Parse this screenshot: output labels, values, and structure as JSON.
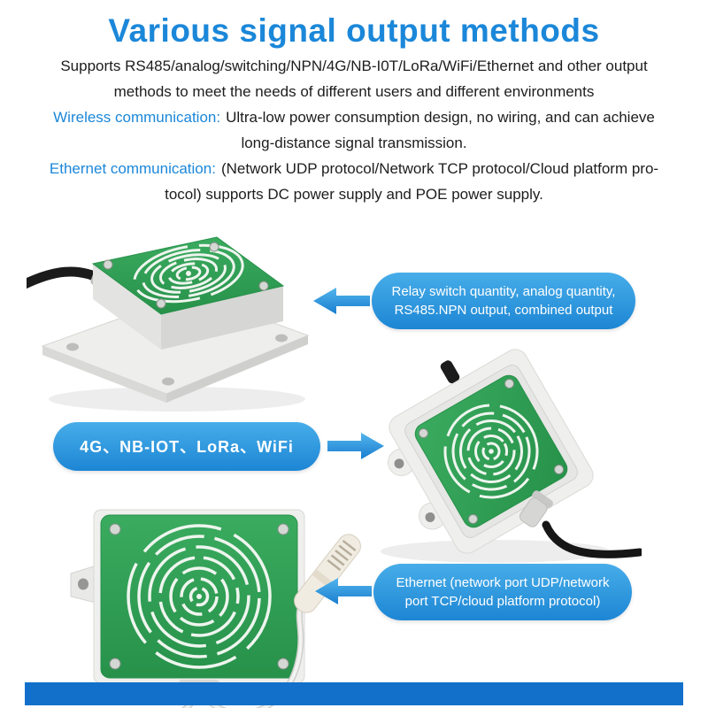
{
  "header": {
    "title": "Various signal output methods"
  },
  "intro": {
    "line1": "Supports RS485/analog/switching/NPN/4G/NB-I0T/LoRa/WiFi/Ethernet and other output",
    "line2": "methods to meet the needs of different users and different environments"
  },
  "wireless": {
    "label": "Wireless communication:",
    "line1": "Ultra-low power consumption design, no wiring, and can achieve",
    "line2": "long-distance signal transmission."
  },
  "ethernet": {
    "label": "Ethernet communication:",
    "line1": "(Network UDP protocol/Network TCP protocol/Cloud platform pro-",
    "line2": "tocol) supports DC power supply and POE power supply."
  },
  "callouts": [
    {
      "line1": "Relay switch quantity, analog quantity,",
      "line2": "RS485.NPN output, combined output"
    },
    {
      "line1": "4G、NB-IOT、LoRa、WiFi"
    },
    {
      "line1": "Ethernet (network port UDP/network",
      "line2": "port TCP/cloud platform protocol)"
    }
  ],
  "colors": {
    "accent_blue": "#1b87d9",
    "bubble_top": "#47ade9",
    "bubble_bottom": "#1d86d4",
    "footer_blue": "#1270ca",
    "sensor_green": "#2f9e53",
    "arrow_blue": "#2d9be0"
  }
}
